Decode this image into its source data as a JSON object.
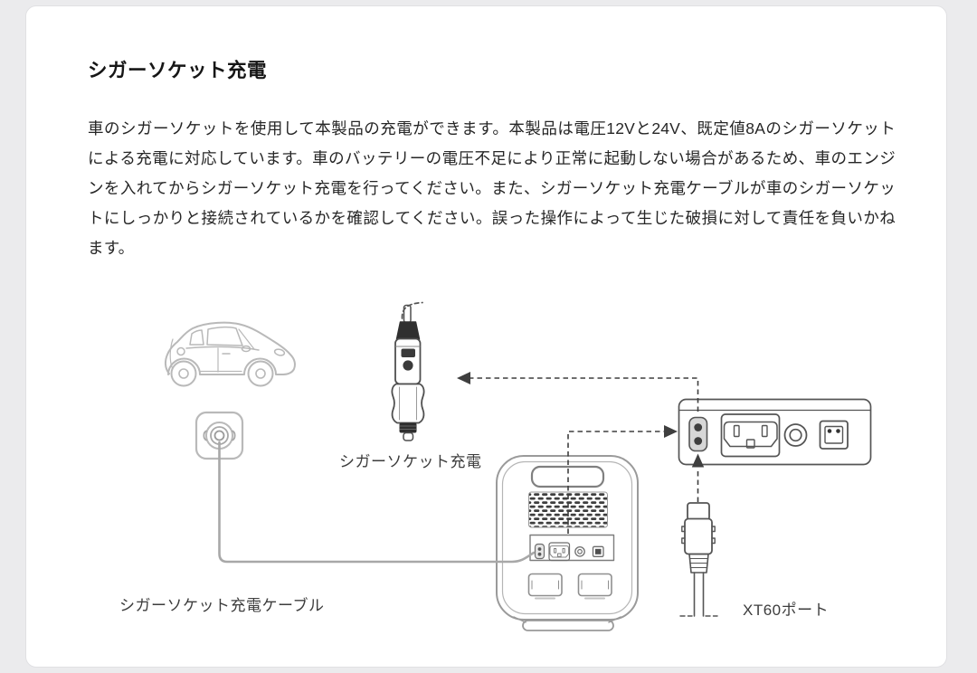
{
  "page": {
    "title": "シガーソケット充電",
    "paragraph": "車のシガーソケットを使用して本製品の充電ができます。本製品は電圧12Vと24V、既定値8Aのシガーソケットによる充電に対応しています。車のバッテリーの電圧不足により正常に起動しない場合があるため、車のエンジンを入れてからシガーソケット充電を行ってください。また、シガーソケット充電ケーブルが車のシガーソケットにしっかりと接続されているかを確認してください。誤った操作によって生じた破損に対して責任を負いかねます。"
  },
  "diagram": {
    "labels": {
      "plug": "シガーソケット充電",
      "cable": "シガーソケット充電ケーブル",
      "xt60_port": "XT60ポート"
    },
    "parts": [
      "car",
      "cigarette-socket",
      "cigarette-plug",
      "charging-cable",
      "portable-power-station-back",
      "io-port-panel-closeup",
      "xt60-connector"
    ]
  },
  "colors": {
    "canvas_bg": "#ebebed",
    "page_bg": "#ffffff",
    "text": "#262626",
    "label_text": "#3d3d3d",
    "line_light": "#b9b9b9",
    "line_mid": "#8f8f8f",
    "line_dark": "#4f4f4f",
    "fill_dark": "#3a3a3a"
  }
}
